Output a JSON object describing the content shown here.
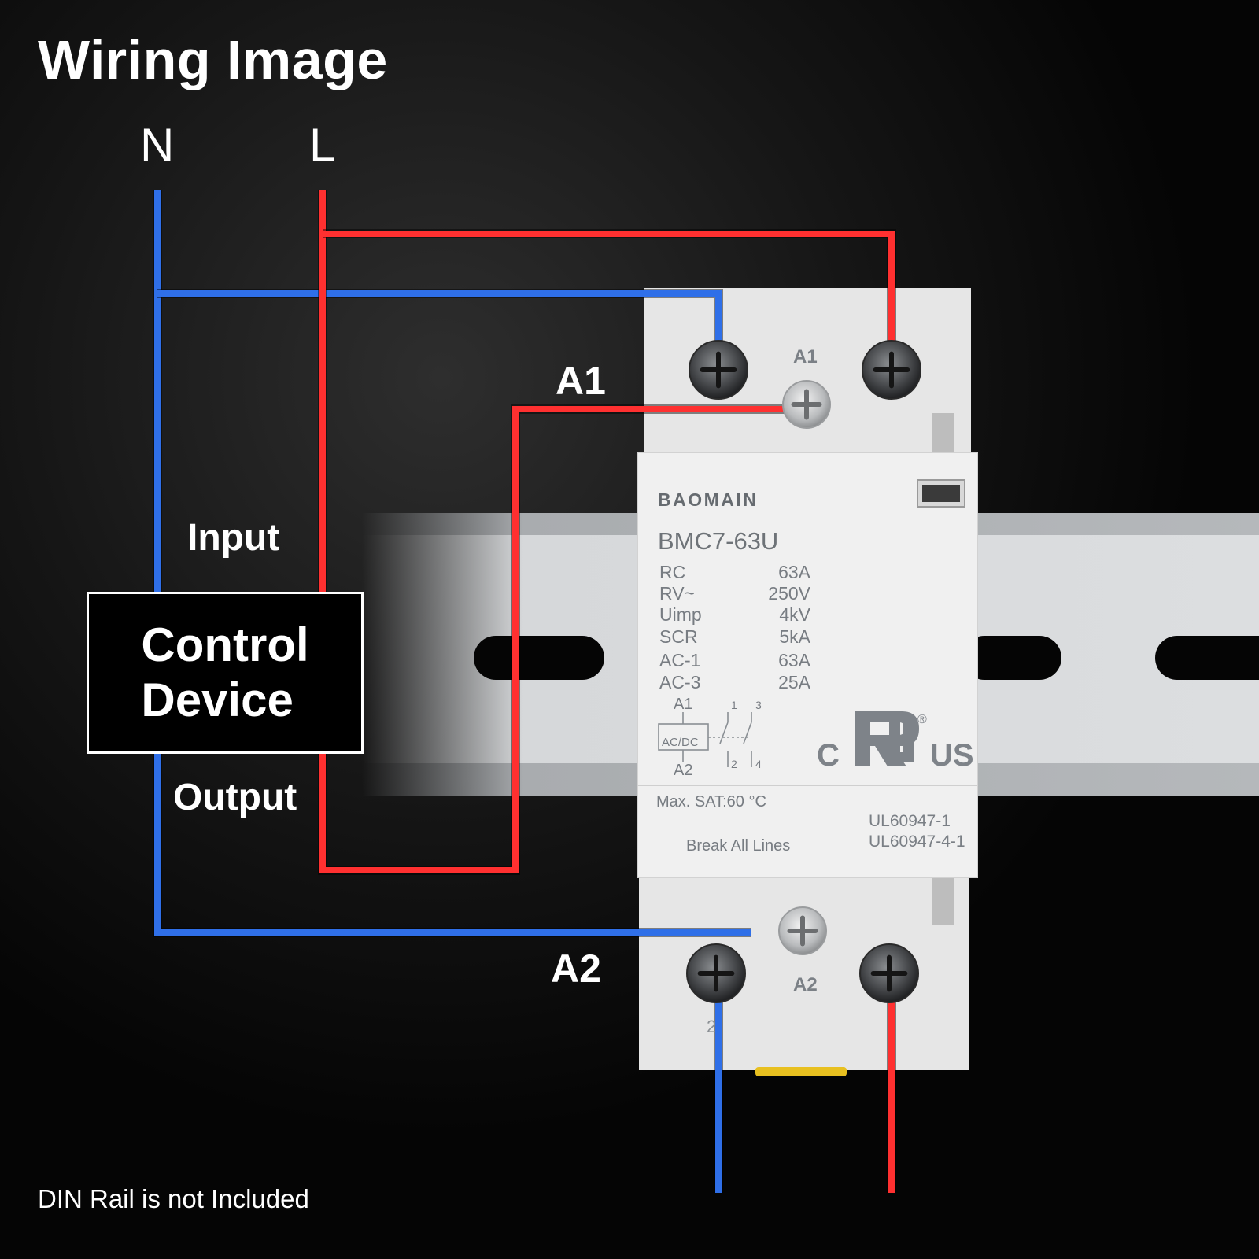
{
  "title": "Wiring Image",
  "wires": {
    "neutral_label": "N",
    "line_label": "L"
  },
  "terminals": {
    "a1": "A1",
    "a2": "A2"
  },
  "control_device": {
    "name_line1": "Control",
    "name_line2": "Device",
    "input_label": "Input",
    "output_label": "Output"
  },
  "contactor": {
    "brand": "BAOMAIN",
    "model": "BMC7-63U",
    "specs": [
      {
        "key": "RC",
        "value": "63A"
      },
      {
        "key": "RV~",
        "value": "250V"
      },
      {
        "key": "Uimp",
        "value": "4kV"
      },
      {
        "key": "SCR",
        "value": "5kA"
      },
      {
        "key": "AC-1",
        "value": "63A"
      },
      {
        "key": "AC-3",
        "value": "25A"
      }
    ],
    "coil": {
      "top": "A1",
      "bottom": "A2",
      "type": "AC/DC",
      "contacts": [
        "1",
        "3",
        "2",
        "4"
      ]
    },
    "cert_left": "C",
    "cert_right": "US",
    "cert_registered": "®",
    "max_temp": "Max. SAT:60 °C",
    "break_note": "Break All Lines",
    "standards": [
      "UL60947-1",
      "UL60947-4-1"
    ],
    "face_terminal_top": "A1",
    "face_terminal_bottom": "A2",
    "terminal_number": "2"
  },
  "footer_note": "DIN Rail is not Included",
  "colors": {
    "neutral_wire": "#2f6fe8",
    "line_wire": "#ff3030",
    "background": "#0b0b0b",
    "device_body": "#ececec",
    "din_rail": "#d4d6d8"
  }
}
